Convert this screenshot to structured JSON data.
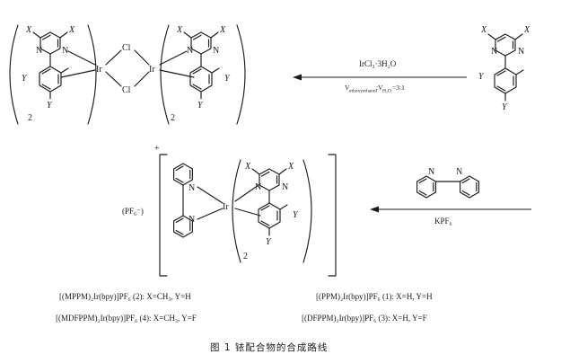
{
  "atoms": {
    "x": "X",
    "y": "Y",
    "n": "N",
    "ir": "Ir",
    "cl": "Cl",
    "two": "2"
  },
  "reagents": {
    "step1_top": "IrCl₃·3H₂O",
    "step1_bottom": "V",
    "step1_bottom_sub": "ethoxyethanol",
    "step1_bottom_tail": ":V",
    "step1_bottom_sub2": "H₂O",
    "step1_bottom_ratio": "=3:1",
    "step2_bottom": "KPF₆"
  },
  "cation": {
    "charge": "+",
    "counterion": "(PF₆⁻)"
  },
  "compounds": {
    "c1": "[(PPM)₂Ir(bpy)]PF₆ (1): X=H, Y=H",
    "c2": "[(MPPM)₂Ir(bpy)]PF₆ (2): X=CH₃, Y=H",
    "c3": "[(DFPPM)₂Ir(bpy)]PF₆ (3): X=H, Y=F",
    "c4": "[(MDFPPM)₂Ir(bpy)]PF₆ (4): X=CH₃, Y=F"
  },
  "caption": "图 1  铱配合物的合成路线"
}
